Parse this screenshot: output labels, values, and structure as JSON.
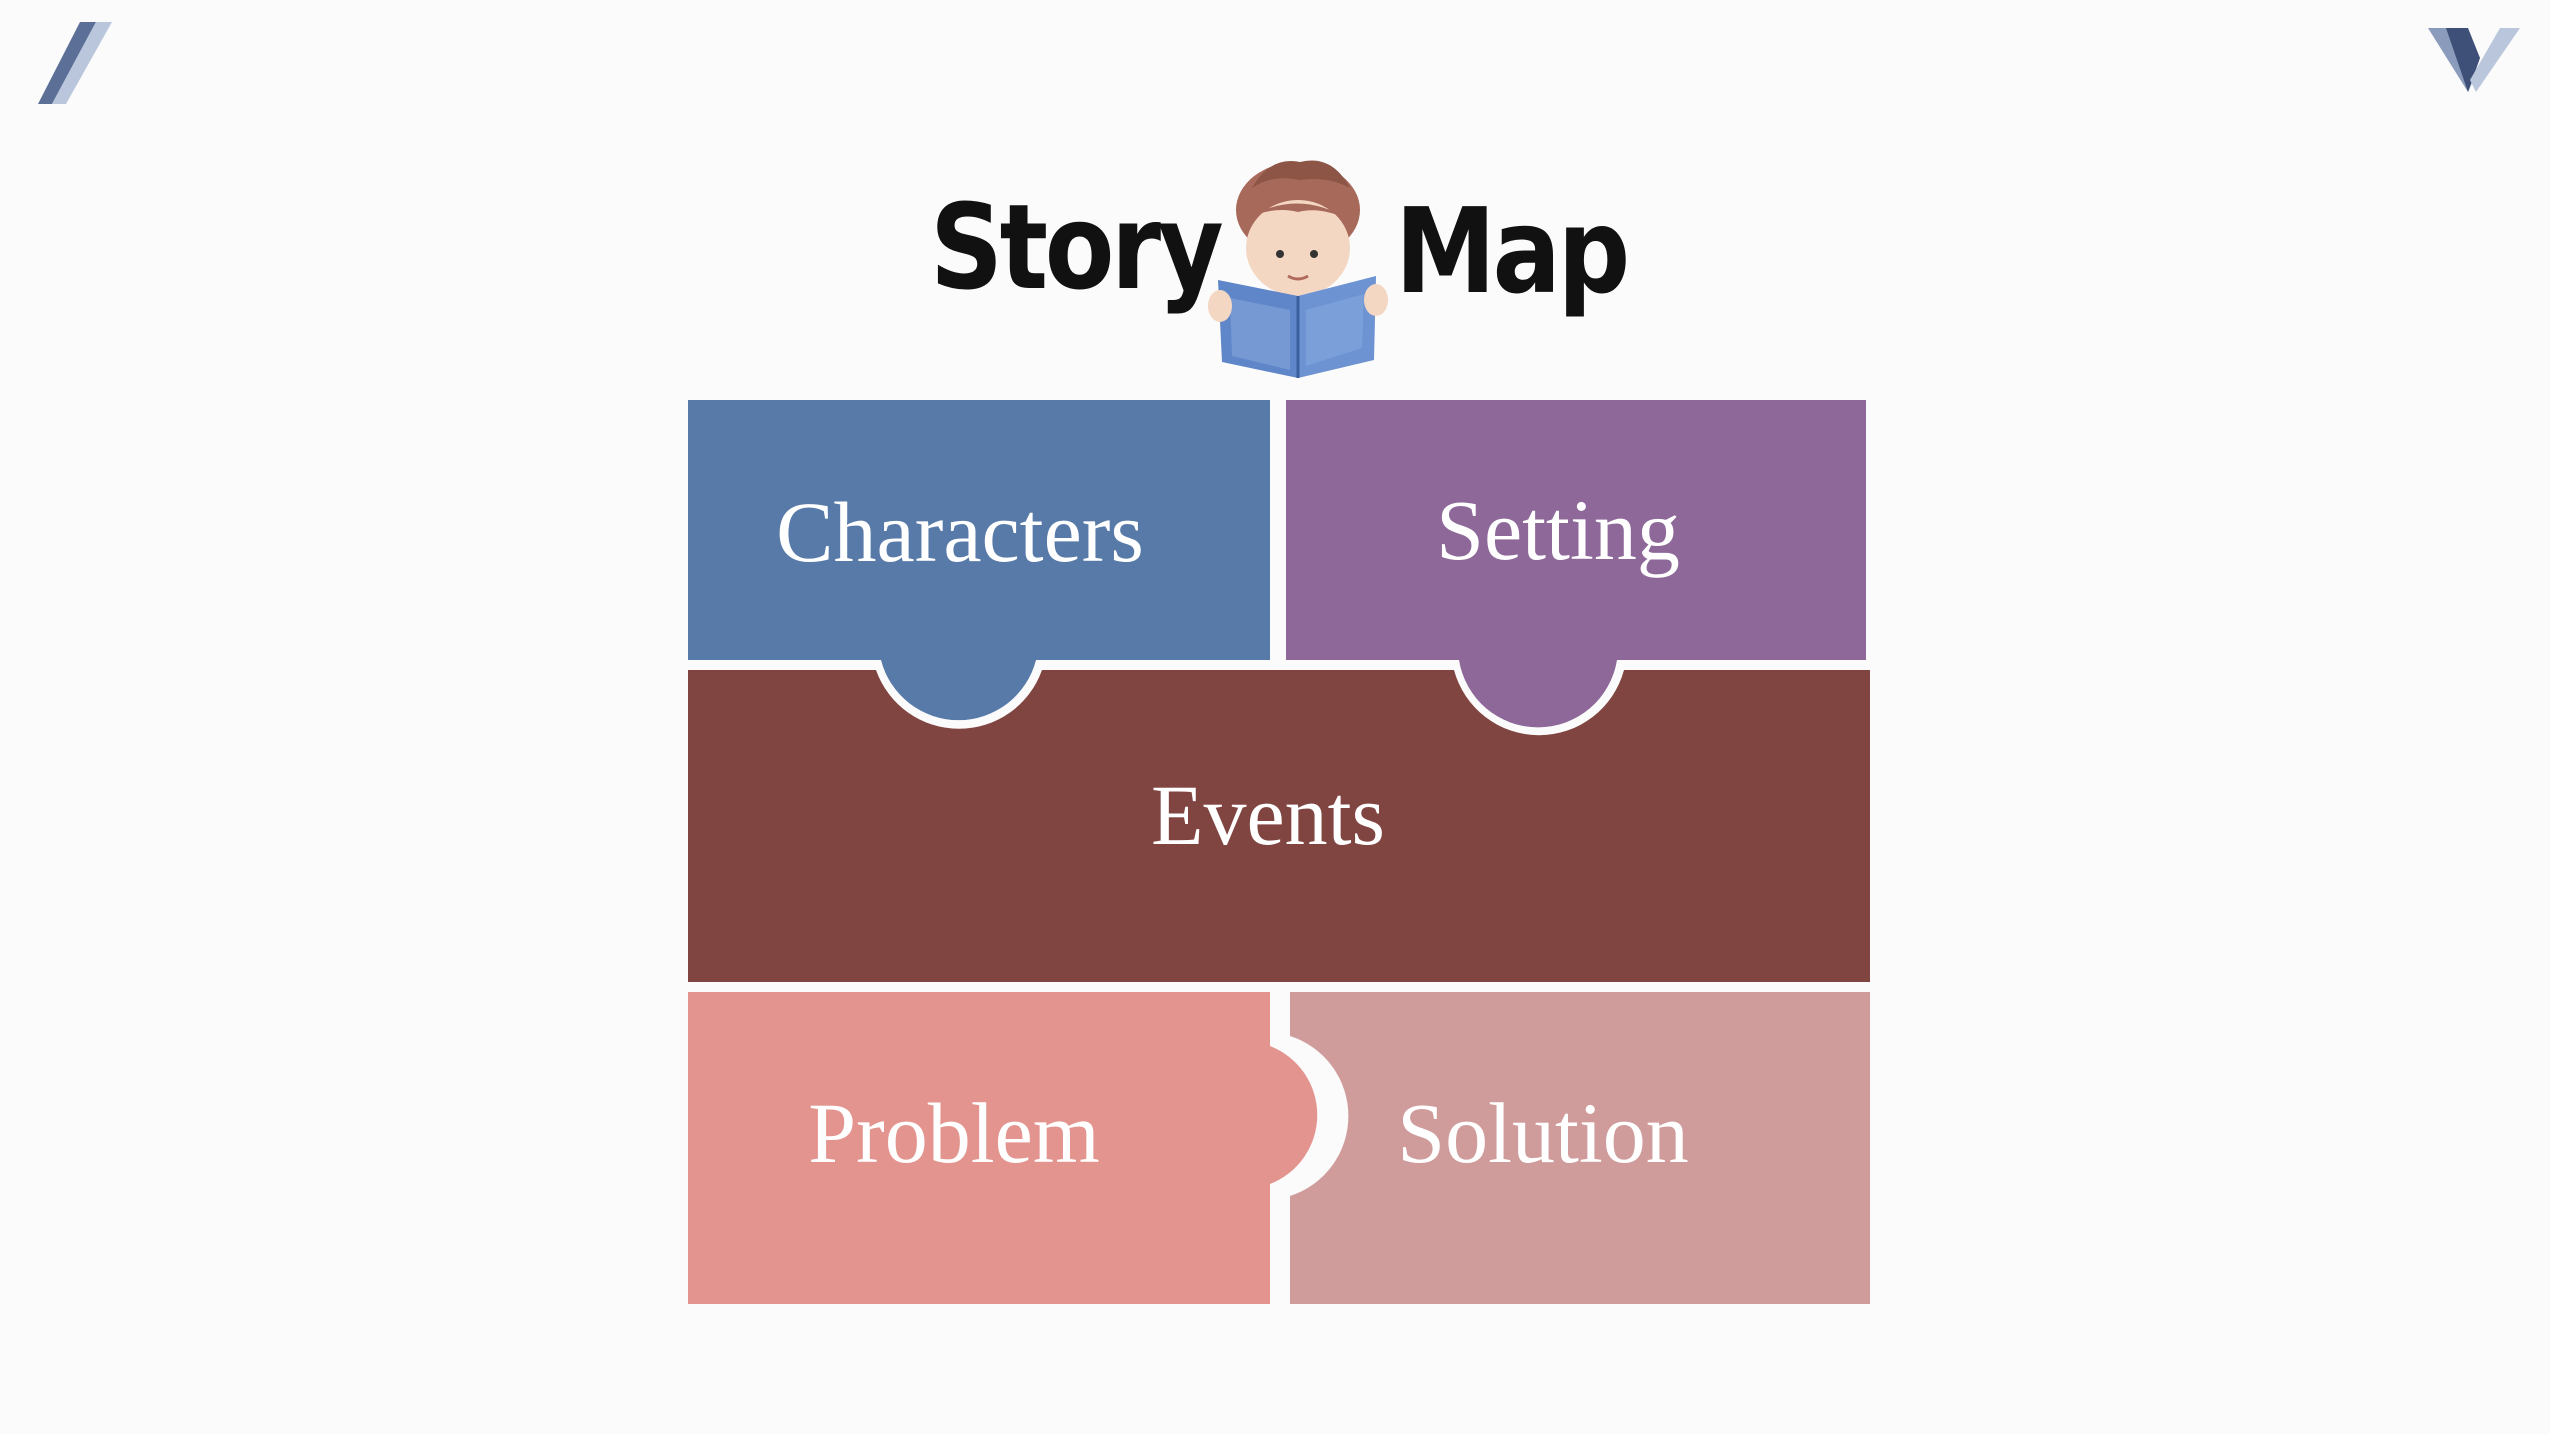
{
  "title": {
    "word_left": "Story",
    "word_right": "Map"
  },
  "pieces": {
    "characters": {
      "label": "Characters",
      "color": "#587aa8"
    },
    "setting": {
      "label": "Setting",
      "color": "#8d6899"
    },
    "events": {
      "label": "Events",
      "color": "#804541"
    },
    "problem": {
      "label": "Problem",
      "color": "#e4948f"
    },
    "solution": {
      "label": "Solution",
      "color": "#cf9c9b"
    }
  },
  "icons": {
    "corner_left": "slash-logo-icon",
    "corner_right": "v-logo-icon",
    "reader": "child-reading-book-icon"
  }
}
